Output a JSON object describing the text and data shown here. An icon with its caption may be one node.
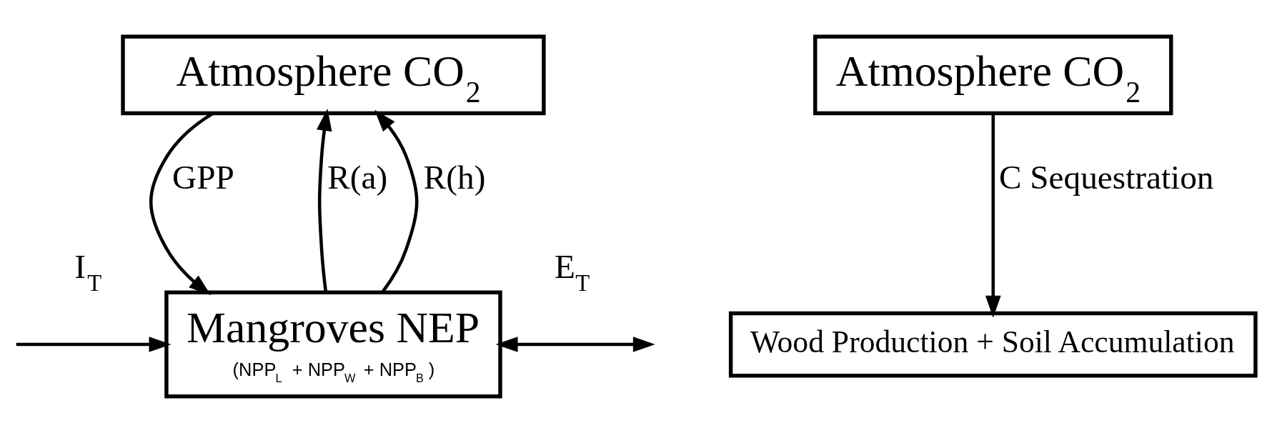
{
  "diagram": {
    "nodes": [
      {
        "text": [
          "Atmosphere CO$_{2}$"
        ]
      },
      {
        "text": [
          "Mangroves NEP",
          "(NPP$_{L}$ + NPP$_{W}$ + NPP$_{B}$)"
        ]
      },
      {
        "text": [
          "Atmosphere CO$_{2}$"
        ]
      },
      {
        "text": [
          "Wood Production + Soil Accumulation"
        ]
      }
    ],
    "edges": [
      {
        "from": 0,
        "to": 1,
        "arrow": "to",
        "label": "GPP"
      },
      {
        "from": 1,
        "to": 0,
        "arrow": "to",
        "label": "R(a)"
      },
      {
        "from": 1,
        "to": 0,
        "arrow": "to",
        "label": "R(h)"
      },
      {
        "from": null,
        "to": 1,
        "arrow": "to",
        "label": "I$_{T}$"
      },
      {
        "from": 1,
        "to": null,
        "arrow": "both",
        "label": "E$_{T}$"
      },
      {
        "from": 2,
        "to": 3,
        "arrow": "to",
        "label": "C Sequestration"
      }
    ]
  }
}
